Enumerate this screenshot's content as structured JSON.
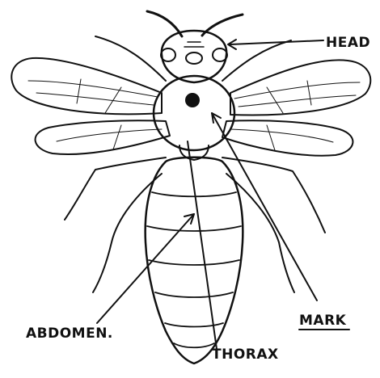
{
  "labels": {
    "head": "HEAD",
    "mark": "MARK",
    "abdomen": "ABDOMEN.",
    "thorax": "THORAX"
  },
  "colors": {
    "ink": "#111111",
    "paper": "#ffffff"
  }
}
